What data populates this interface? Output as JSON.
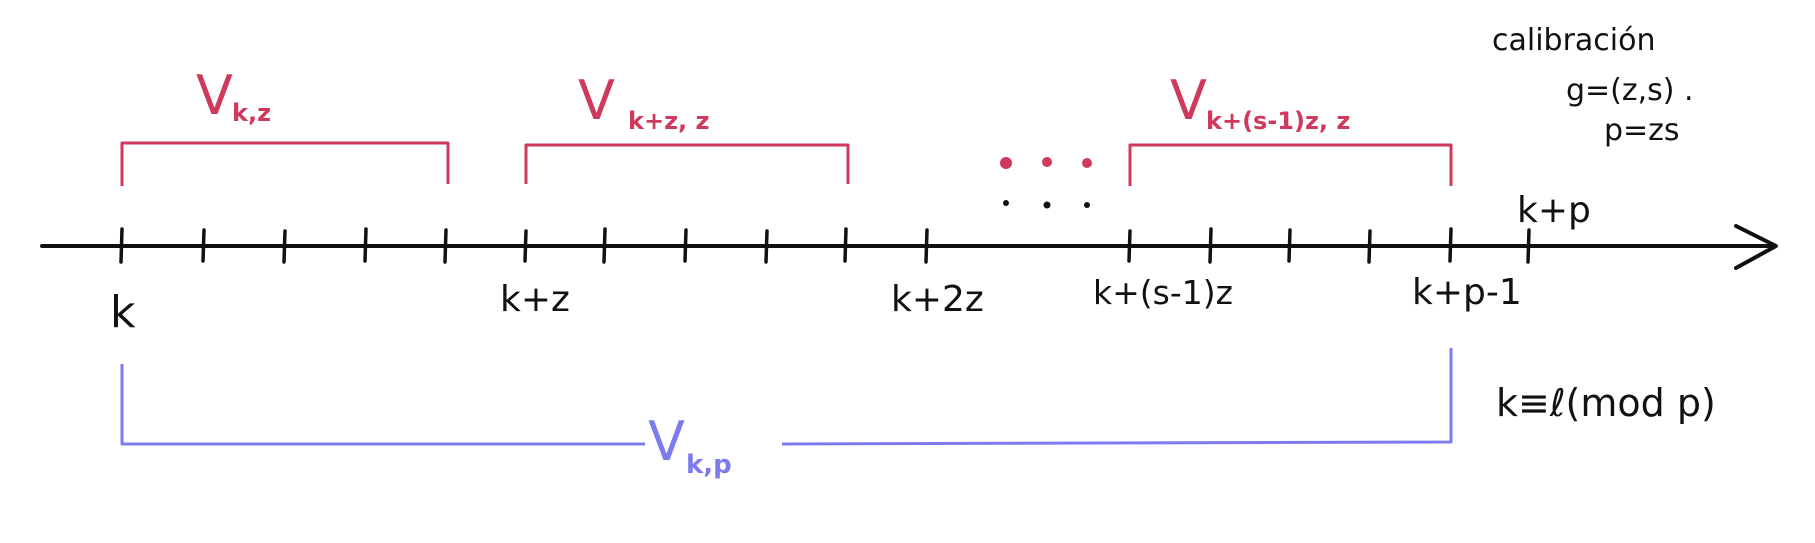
{
  "colors": {
    "axis": "#111111",
    "red_bracket": "#cf3a5c",
    "blue_bracket": "#7c7cf0"
  },
  "axis_labels": {
    "k": "k",
    "k_plus_z": "k+z",
    "k_plus_2z": "k+2z",
    "k_plus_s1z": "k+(s-1)z",
    "k_plus_p_minus_1": "k+p-1",
    "k_plus_p": "k+p"
  },
  "red_brackets": [
    {
      "symbol": "V",
      "subscript": "k,z"
    },
    {
      "symbol": "V",
      "subscript": "k+z, z"
    },
    {
      "symbol": "V",
      "subscript": "k+(s-1)z, z"
    }
  ],
  "blue_bracket": {
    "symbol": "V",
    "subscript": "k,p"
  },
  "notes": {
    "calibracion": "calibración",
    "g_def": "g=(z,s) .",
    "p_def": "p=zs",
    "congruence": "k≡ℓ(mod p)"
  }
}
